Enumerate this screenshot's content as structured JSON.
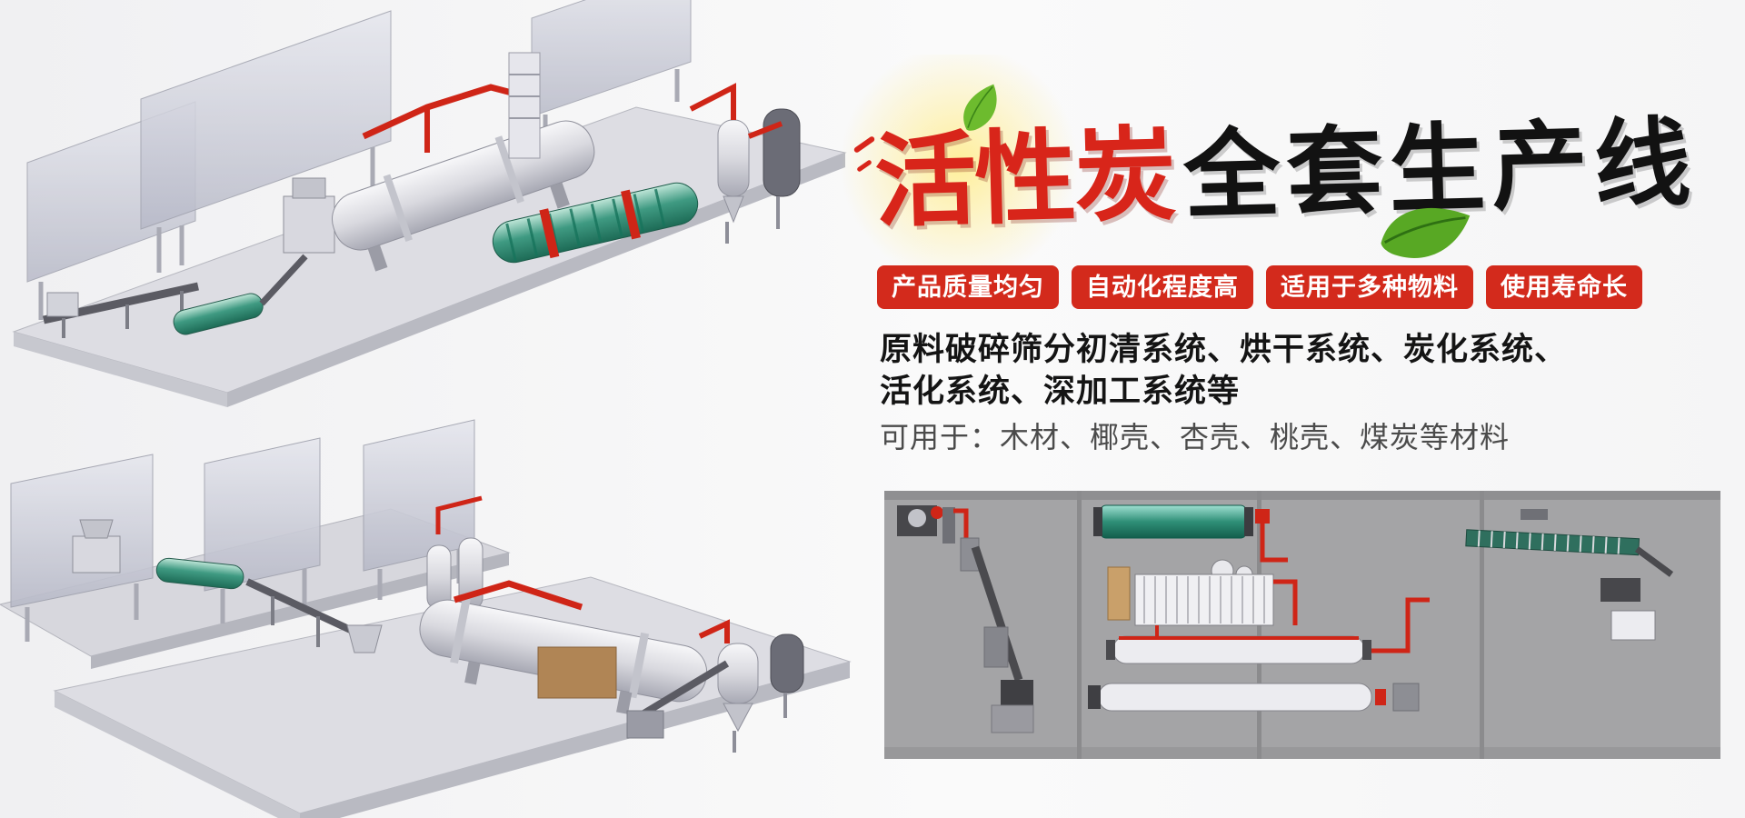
{
  "page": {
    "background": "#f5f5f6",
    "accent_red": "#d32a1c"
  },
  "title": {
    "red_text": "活性炭",
    "black_text": "全套生产线",
    "red_color": "#d8251a",
    "black_color": "#121212"
  },
  "badges": {
    "background": "#d32a1c",
    "text_color": "#ffffff",
    "items": [
      "产品质量均匀",
      "自动化程度高",
      "适用于多种物料",
      "使用寿命长"
    ]
  },
  "description": {
    "line1": "原料破碎筛分初清系统、烘干系统、炭化系统、",
    "line2": "活化系统、深加工系统等",
    "materials_line": "可用于：木材、椰壳、杏壳、桃壳、煤炭等材料"
  },
  "illustrations": {
    "top_render": "isometric-3d-production-line-upper",
    "bottom_render": "isometric-3d-production-line-lower",
    "schematic": "plant-layout-schematic-panel",
    "leaf_icon": "green-leaf",
    "glow": "light-burst"
  }
}
